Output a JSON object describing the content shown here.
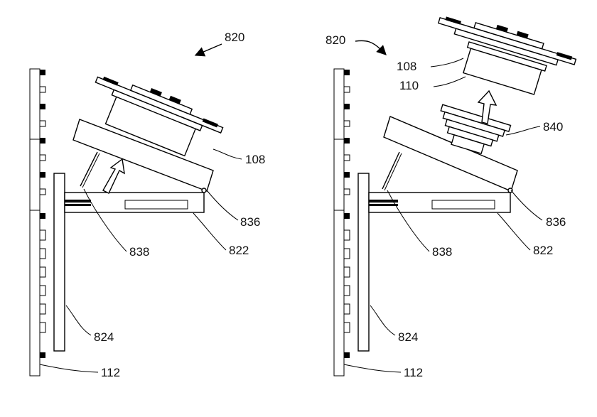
{
  "figures": [
    {
      "id": "left",
      "labels": {
        "assembly": "820",
        "device": "108",
        "hinge": "836",
        "strut": "838",
        "shelf": "822",
        "plate": "824",
        "wall": "112"
      }
    },
    {
      "id": "right",
      "labels": {
        "assembly": "820",
        "device": "108",
        "mount": "110",
        "adapter": "840",
        "hinge": "836",
        "strut": "838",
        "shelf": "822",
        "plate": "824",
        "wall": "112"
      }
    }
  ]
}
